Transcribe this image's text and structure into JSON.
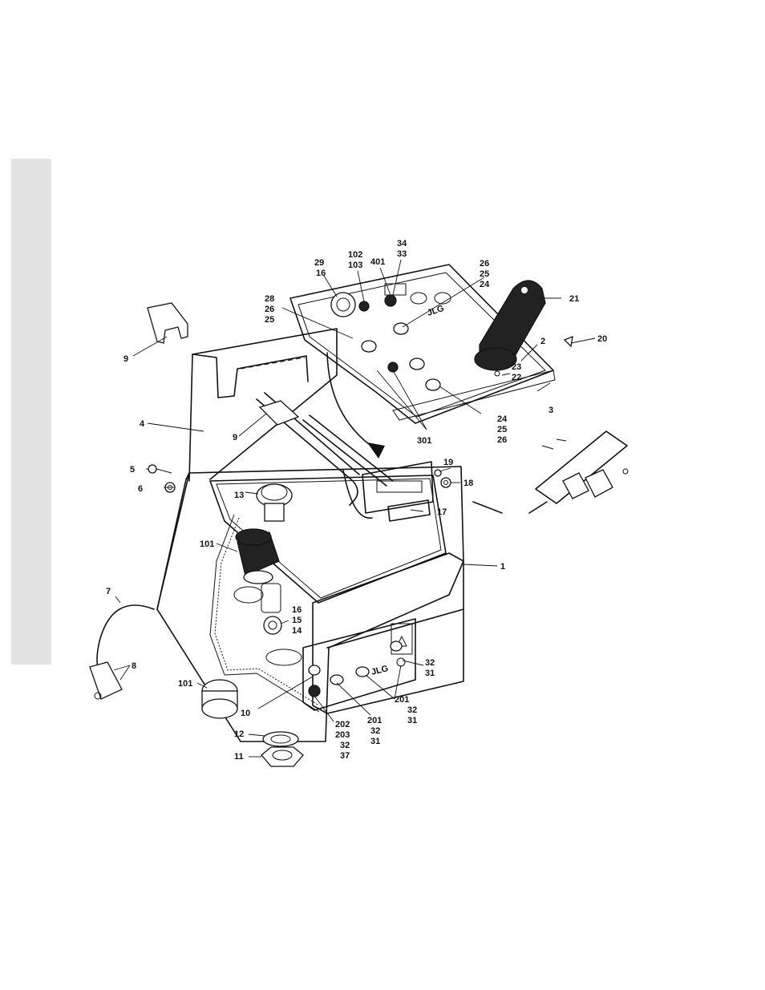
{
  "callouts": [
    {
      "id": "c29",
      "text": "29"
    },
    {
      "id": "c16a",
      "text": "16"
    },
    {
      "id": "c102",
      "text": "102"
    },
    {
      "id": "c103",
      "text": "103"
    },
    {
      "id": "c401",
      "text": "401"
    },
    {
      "id": "c34",
      "text": "34"
    },
    {
      "id": "c33",
      "text": "33"
    },
    {
      "id": "c26a",
      "text": "26"
    },
    {
      "id": "c25a",
      "text": "25"
    },
    {
      "id": "c24a",
      "text": "24"
    },
    {
      "id": "c28",
      "text": "28"
    },
    {
      "id": "c26b",
      "text": "26"
    },
    {
      "id": "c25b",
      "text": "25"
    },
    {
      "id": "c21",
      "text": "21"
    },
    {
      "id": "c20",
      "text": "20"
    },
    {
      "id": "c2",
      "text": "2"
    },
    {
      "id": "c23",
      "text": "23"
    },
    {
      "id": "c22",
      "text": "22"
    },
    {
      "id": "c3",
      "text": "3"
    },
    {
      "id": "c9a",
      "text": "9"
    },
    {
      "id": "c4",
      "text": "4"
    },
    {
      "id": "c9b",
      "text": "9"
    },
    {
      "id": "c24b",
      "text": "24"
    },
    {
      "id": "c25c",
      "text": "25"
    },
    {
      "id": "c26c",
      "text": "26"
    },
    {
      "id": "c301",
      "text": "301"
    },
    {
      "id": "c5",
      "text": "5"
    },
    {
      "id": "c6",
      "text": "6"
    },
    {
      "id": "c19",
      "text": "19"
    },
    {
      "id": "c18",
      "text": "18"
    },
    {
      "id": "c13",
      "text": "13"
    },
    {
      "id": "c17",
      "text": "17"
    },
    {
      "id": "c101a",
      "text": "101"
    },
    {
      "id": "c1",
      "text": "1"
    },
    {
      "id": "c7",
      "text": "7"
    },
    {
      "id": "c16b",
      "text": "16"
    },
    {
      "id": "c15",
      "text": "15"
    },
    {
      "id": "c14",
      "text": "14"
    },
    {
      "id": "c8",
      "text": "8"
    },
    {
      "id": "c32a",
      "text": "32"
    },
    {
      "id": "c31a",
      "text": "31"
    },
    {
      "id": "c101b",
      "text": "101"
    },
    {
      "id": "c10",
      "text": "10"
    },
    {
      "id": "c201a",
      "text": "201"
    },
    {
      "id": "c32b",
      "text": "32"
    },
    {
      "id": "c31b",
      "text": "31"
    },
    {
      "id": "c201b",
      "text": "201"
    },
    {
      "id": "c32c",
      "text": "32"
    },
    {
      "id": "c31c",
      "text": "31"
    },
    {
      "id": "c202",
      "text": "202"
    },
    {
      "id": "c203",
      "text": "203"
    },
    {
      "id": "c32d",
      "text": "32"
    },
    {
      "id": "c37",
      "text": "37"
    },
    {
      "id": "c12",
      "text": "12"
    },
    {
      "id": "c11",
      "text": "11"
    }
  ],
  "brand": {
    "logo_text": "JLG",
    "logo_text_small": "JLG"
  }
}
